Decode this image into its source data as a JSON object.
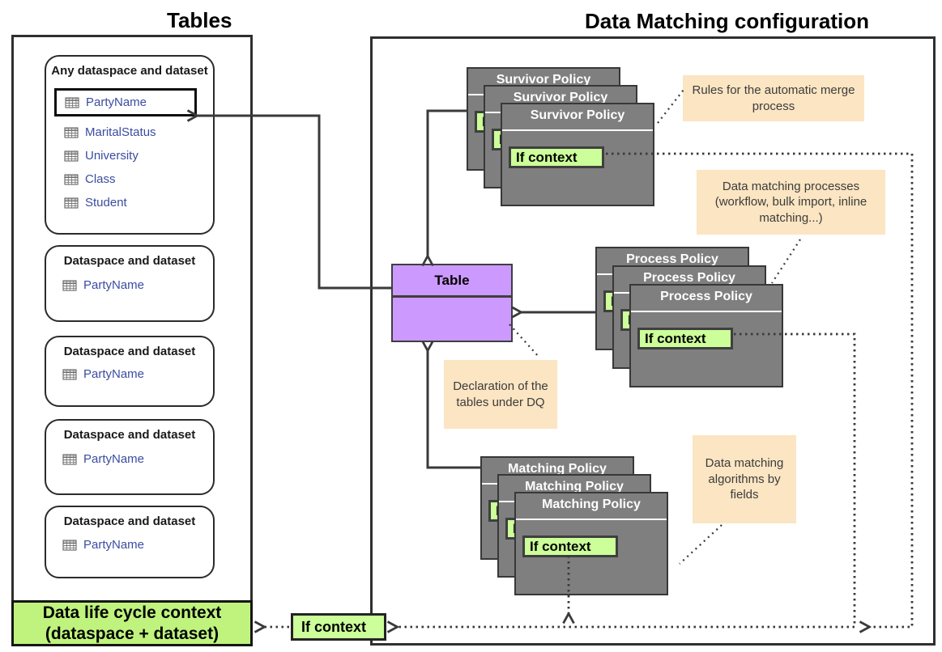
{
  "diagram": {
    "left_panel": {
      "title": "Tables",
      "groups": [
        {
          "title": "Any dataspace and dataset",
          "items": [
            "PartyName",
            "MaritalStatus",
            "University",
            "Class",
            "Student"
          ],
          "highlighted_item": "PartyName"
        },
        {
          "title": "Dataspace and dataset",
          "items": [
            "PartyName"
          ]
        },
        {
          "title": "Dataspace and dataset",
          "items": [
            "PartyName"
          ]
        },
        {
          "title": "Dataspace and dataset",
          "items": [
            "PartyName"
          ]
        },
        {
          "title": "Dataspace and dataset",
          "items": [
            "PartyName"
          ]
        }
      ],
      "footer": "Data life cycle context (dataspace + dataset)"
    },
    "right_panel": {
      "title": "Data Matching configuration",
      "stacks": [
        {
          "title": "Survivor Policy",
          "chip": "If context",
          "copies": 3
        },
        {
          "title": "Process Policy",
          "chip": "If context",
          "copies": 3
        },
        {
          "title": "Matching Policy",
          "chip": "If context",
          "copies": 3
        }
      ],
      "table_box": {
        "title": "Table"
      },
      "notes": {
        "rules": "Rules for the automatic merge process",
        "processes": "Data matching processes (workflow, bulk import, inline matching...)",
        "declaration": "Declaration of the tables under DQ",
        "algorithms": "Data matching algorithms by fields"
      },
      "bottom_chip": "If context"
    },
    "colors": {
      "card_gray": "#7f7f7f",
      "note_peach": "#fbe5c2",
      "chip_green": "#ccff99",
      "table_purple": "#cc99ff",
      "footer_green": "#bff37e",
      "link_blue": "#3b4ca0",
      "line": "#3a3a3a"
    }
  }
}
